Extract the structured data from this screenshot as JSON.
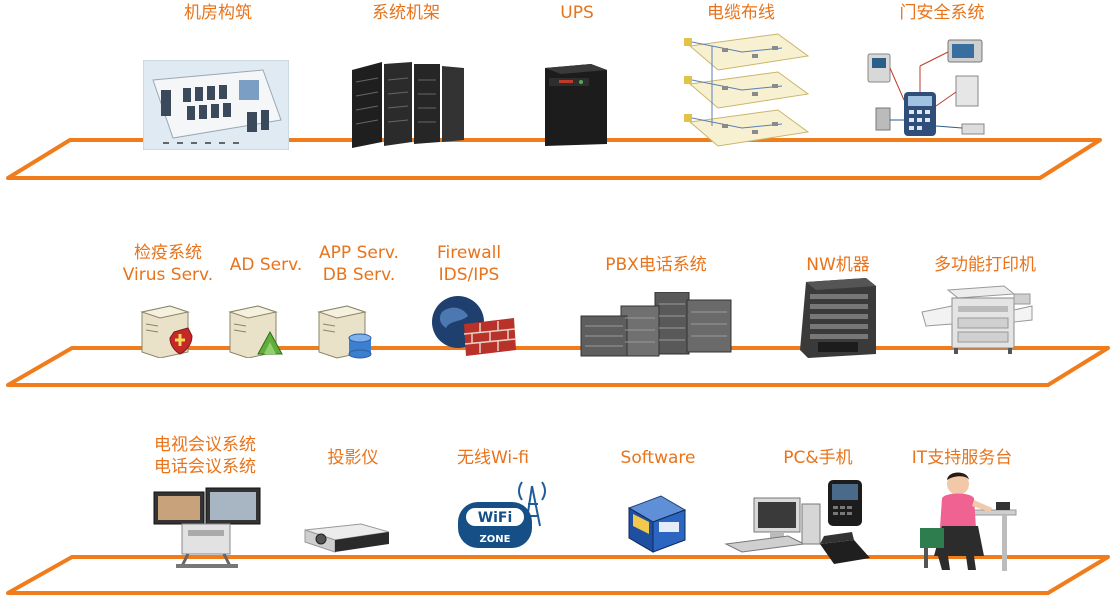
{
  "tiers": [
    {
      "items": [
        {
          "icon": "server-room-icon",
          "label": [
            "机房构筑"
          ]
        },
        {
          "icon": "server-rack-icon",
          "label": [
            "系统机架"
          ]
        },
        {
          "icon": "ups-icon",
          "label": [
            "UPS"
          ]
        },
        {
          "icon": "cabling-diagram-icon",
          "label": [
            "电缆布线"
          ]
        },
        {
          "icon": "door-security-icon",
          "label": [
            "门安全系统"
          ]
        }
      ]
    },
    {
      "items": [
        {
          "icon": "antivirus-server-icon",
          "label": [
            "检疫系统",
            "Virus Serv."
          ]
        },
        {
          "icon": "ad-server-icon",
          "label": [
            "AD Serv."
          ]
        },
        {
          "icon": "app-db-server-icon",
          "label": [
            "APP Serv.",
            "DB Serv."
          ]
        },
        {
          "icon": "firewall-icon",
          "label": [
            "Firewall",
            "IDS/IPS"
          ]
        },
        {
          "icon": "pbx-system-icon",
          "label": [
            "PBX电话系统"
          ]
        },
        {
          "icon": "network-device-icon",
          "label": [
            "NW机器"
          ]
        },
        {
          "icon": "multifunction-printer-icon",
          "label": [
            "多功能打印机"
          ]
        }
      ]
    },
    {
      "items": [
        {
          "icon": "video-conference-icon",
          "label": [
            "电视会议系统",
            "电话会议系统"
          ]
        },
        {
          "icon": "projector-icon",
          "label": [
            "投影仪"
          ]
        },
        {
          "icon": "wifi-zone-icon",
          "label": [
            "无线Wi-fi"
          ]
        },
        {
          "icon": "software-box-icon",
          "label": [
            "Software"
          ]
        },
        {
          "icon": "pc-and-phone-icon",
          "label": [
            "PC&手机"
          ]
        },
        {
          "icon": "helpdesk-operator-icon",
          "label": [
            "IT支持服务台"
          ]
        }
      ]
    }
  ],
  "icon_text": {
    "wifi_badge": "WiFi",
    "wifi_zone": "ZONE"
  },
  "colors": {
    "accent": "#f07c1c",
    "label": "#e8731a",
    "dark": "#2a2a2a"
  }
}
